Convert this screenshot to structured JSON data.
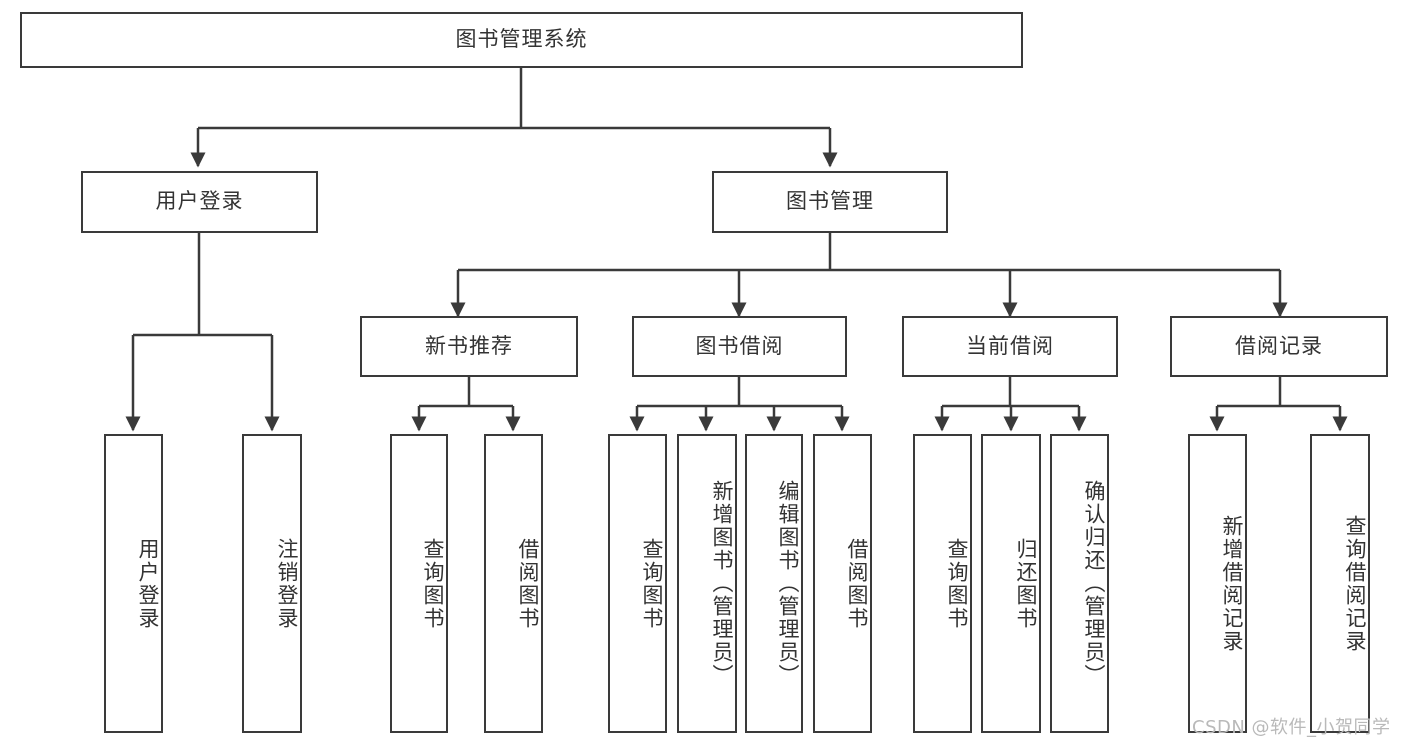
{
  "diagram": {
    "type": "tree-hierarchy",
    "title": "图书管理系统",
    "watermark": "CSDN @软件_小贺同学",
    "colors": {
      "stroke": "#3a3a3a",
      "text": "#333333",
      "background": "#ffffff",
      "watermark": "#b9b9b9"
    },
    "nodes": {
      "root": "图书管理系统",
      "level2": [
        "用户登录",
        "图书管理"
      ],
      "level3": [
        "新书推荐",
        "图书借阅",
        "当前借阅",
        "借阅记录"
      ],
      "leaves_user_login": [
        "用户登录",
        "注销登录"
      ],
      "leaves_new_book": [
        "查询图书",
        "借阅图书"
      ],
      "leaves_book_borrow": [
        "查询图书",
        "新增图书（管理员）",
        "编辑图书（管理员）",
        "借阅图书"
      ],
      "leaves_current_borrow": [
        "查询图书",
        "归还图书",
        "确认归还（管理员）"
      ],
      "leaves_borrow_record": [
        "新增借阅记录",
        "查询借阅记录"
      ]
    }
  }
}
